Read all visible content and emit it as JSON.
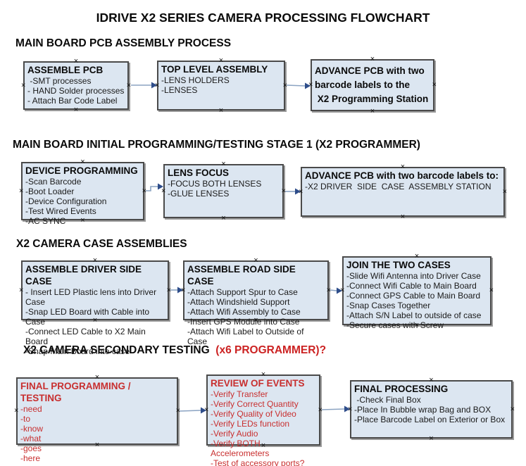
{
  "title": "IDRIVE X2  SERIES CAMERA PROCESSING FLOWCHART",
  "anchor_glyph": "×",
  "colors": {
    "box_fill": "#dce6f1",
    "box_border": "#4a4a4a",
    "red_text": "#c82f2f",
    "red_heading": "#cc2222",
    "arrow_line": "#8ba3c2",
    "arrow_head": "#2e4d8a"
  },
  "sections": [
    {
      "heading": "MAIN BOARD PCB ASSEMBLY PROCESS",
      "heading_red": "",
      "boxes": [
        {
          "title": "ASSEMBLE PCB",
          "items": [
            " -SMT processes",
            "- HAND Solder processes",
            "- Attach Bar Code Label"
          ]
        },
        {
          "title": "TOP LEVEL ASSEMBLY",
          "items": [
            "-LENS HOLDERS",
            "-LENSES"
          ]
        },
        {
          "title_lines": [
            "ADVANCE PCB with two",
            "barcode labels to the",
            " X2 Programming Station"
          ],
          "items": []
        }
      ]
    },
    {
      "heading": "MAIN BOARD INITIAL PROGRAMMING/TESTING STAGE 1 (X2 PROGRAMMER)",
      "heading_red": "",
      "boxes": [
        {
          "title": "DEVICE PROGRAMMING",
          "items": [
            "-Scan Barcode",
            "-Boot Loader",
            "-Device Configuration",
            "-Test Wired Events",
            "-AC SYNC"
          ]
        },
        {
          "title": "LENS FOCUS",
          "items": [
            "-FOCUS BOTH LENSES",
            "-GLUE LENSES"
          ]
        },
        {
          "title": "ADVANCE PCB with two barcode labels to:",
          "items": [
            "-X2 DRIVER  SIDE  CASE  ASSEMBLY STATION"
          ]
        }
      ]
    },
    {
      "heading": "X2 CAMERA CASE ASSEMBLIES",
      "heading_red": "",
      "boxes": [
        {
          "title": "ASSEMBLE DRIVER SIDE CASE",
          "items": [
            "- Insert LED Plastic lens into Driver Case",
            "-Snap LED Board with Cable into Case",
            "-Connect LED Cable to X2 Main Board",
            "-Snap Main Board into case"
          ]
        },
        {
          "title": "ASSEMBLE ROAD SIDE CASE",
          "items": [
            "-Attach Support Spur to Case",
            "-Attach Windshield Support",
            "-Attach Wifi Assembly to Case",
            "-Insert GPS Module into Case",
            "-Attach Wifi Label to Outside of Case"
          ]
        },
        {
          "title": "JOIN THE TWO CASES",
          "items": [
            "-Slide Wifi Antenna into Driver Case",
            "-Connect Wifi Cable to Main Board",
            "-Connect GPS Cable to Main Board",
            "-Snap Cases Together",
            "-Attach S/N Label to outside of case",
            "-Secure cases with Screw"
          ]
        }
      ]
    },
    {
      "heading": "X2 CAMERA SECONDARY TESTING ",
      "heading_red": " (x6 PROGRAMMER)?",
      "boxes": [
        {
          "title": "FINAL PROGRAMMING / TESTING",
          "items": [
            "-need",
            "-to",
            "-know",
            "-what",
            "-goes",
            "-here"
          ]
        },
        {
          "title": "REVIEW OF EVENTS",
          "items": [
            "-Verify Transfer",
            "-Verify Correct Quantity",
            "-Verify Quality of Video",
            "-Verify LEDs function",
            "-Verify Audio",
            "-Verify BOTH Accelerometers",
            "-Test of accessory ports?"
          ]
        },
        {
          "title": "FINAL PROCESSING",
          "items": [
            " -Check Final Box",
            "-Place In Bubble wrap Bag and BOX",
            "-Place Barcode Label on Exterior or Box"
          ]
        }
      ]
    }
  ]
}
